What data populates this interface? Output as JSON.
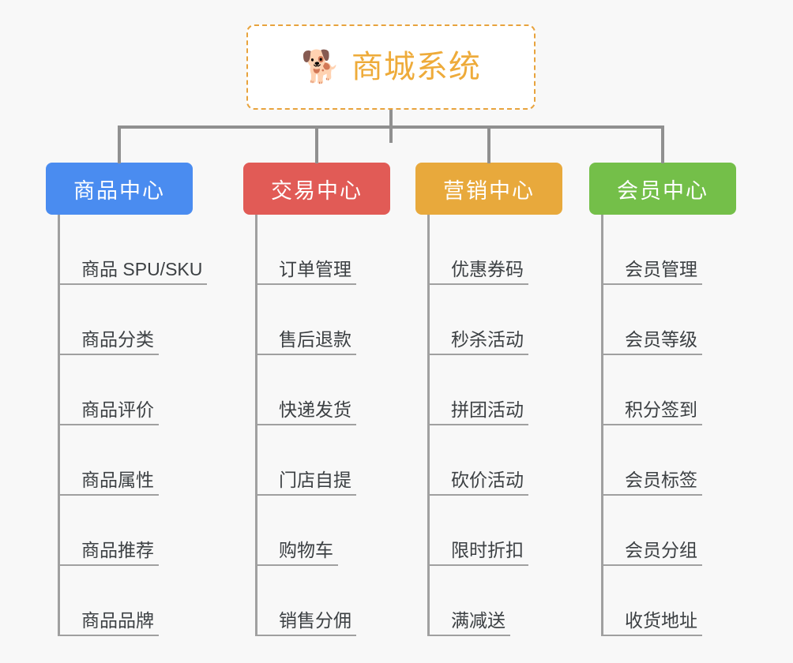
{
  "background_color": "#f8f8f8",
  "root": {
    "icon": "shiba-dog-emoji",
    "emoji": "🐕",
    "title": "商城系统",
    "text_color": "#eeab3a",
    "border_color": "#e8a33d",
    "fill_color": "#ffffff"
  },
  "connector_color": "#909090",
  "leaf_line_color": "#a0a0a0",
  "leaf_text_color": "#3c4043",
  "branches": [
    {
      "label": "商品中心",
      "color": "#4a8cf0",
      "items": [
        "商品 SPU/SKU",
        "商品分类",
        "商品评价",
        "商品属性",
        "商品推荐",
        "商品品牌"
      ]
    },
    {
      "label": "交易中心",
      "color": "#e15b56",
      "items": [
        "订单管理",
        "售后退款",
        "快递发货",
        "门店自提",
        "购物车",
        "销售分佣"
      ]
    },
    {
      "label": "营销中心",
      "color": "#e8a93c",
      "items": [
        "优惠券码",
        "秒杀活动",
        "拼团活动",
        "砍价活动",
        "限时折扣",
        "满减送"
      ]
    },
    {
      "label": "会员中心",
      "color": "#74bf49",
      "items": [
        "会员管理",
        "会员等级",
        "积分签到",
        "会员标签",
        "会员分组",
        "收货地址"
      ]
    }
  ]
}
